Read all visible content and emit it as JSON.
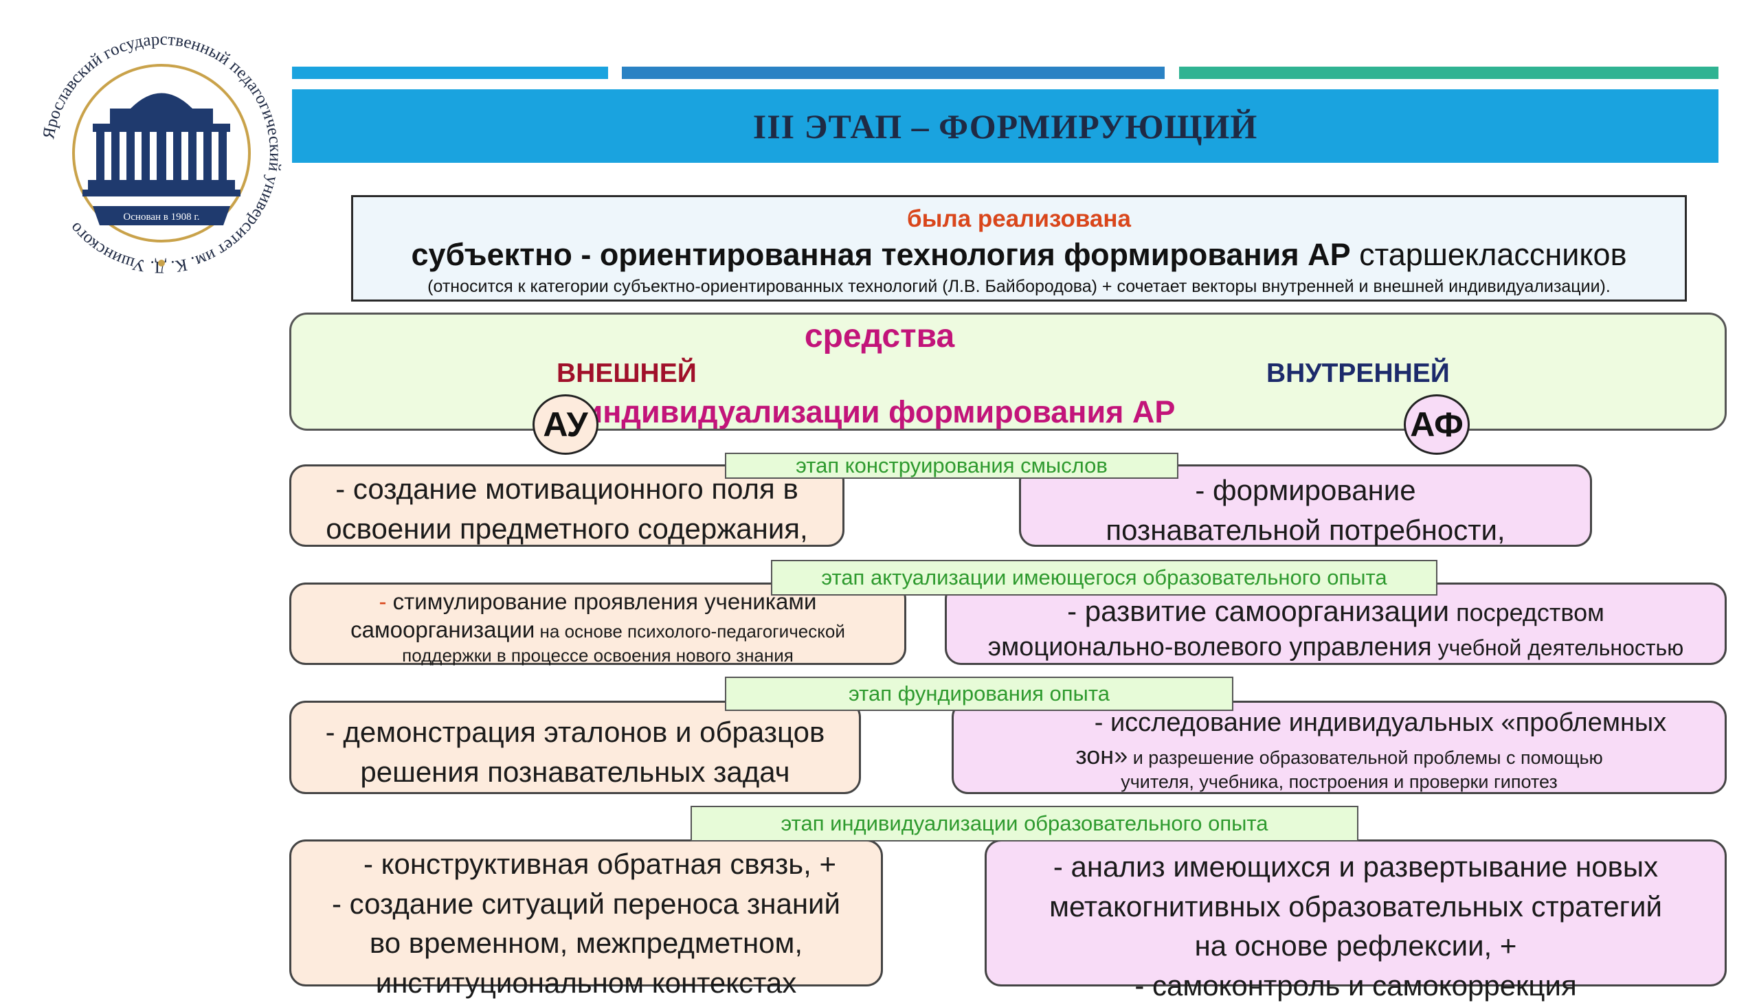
{
  "logo": {
    "ring_text": "Ярославский государственный педагогический университет им. К. Д. Ушинского",
    "founded": "Основан в 1908 г."
  },
  "colors": {
    "stripe1": "#1aa3df",
    "stripe2": "#2a82c4",
    "stripe3": "#2fb392",
    "banner": "#1aa3df",
    "accent_magenta": "#c2147a",
    "external": "#a0102a",
    "internal": "#1c2a6b",
    "stage_text": "#2e9a2e"
  },
  "header": {
    "title": "III ЭТАП – ФОРМИРУЮЩИЙ"
  },
  "intro": {
    "line1": "была реализована",
    "line2_bold": "субъектно - ориентированная технология формирования АР",
    "line2_rest": " старшеклассников",
    "line3": "(относится к  категории субъектно-ориентированных технологий (Л.В. Байбородова) + сочетает векторы внутренней и внешней индивидуализации)."
  },
  "means": {
    "title": "средства",
    "external": "ВНЕШНЕЙ",
    "internal": "ВНУТРЕННЕЙ",
    "individualization": "индивидуализации формирования АР",
    "badge_left": "АУ",
    "badge_right": "АФ"
  },
  "stages": [
    {
      "name": "этап конструирования смыслов",
      "left": [
        "- создание мотивационного поля в",
        "освоении предметного содержания,"
      ],
      "right": [
        "- формирование",
        "познавательной потребности,"
      ]
    },
    {
      "name": "этап актуализации имеющегося образовательного опыта",
      "left_dash": "-",
      "left_main1": " стимулирование проявления учениками",
      "left_main2": "самоорганизации",
      "left_small2": " на основе психолого-педагогической",
      "left_small3": "поддержки в процессе освоения нового знания",
      "right_big1": "- развитие самоорганизации",
      "right_small1": " посредством",
      "right_big2": "эмоционально-волевого управления",
      "right_small2": " учебной деятельностью"
    },
    {
      "name": "этап фундирования опыта",
      "left": [
        "- демонстрация эталонов и образцов",
        "решения познавательных задач"
      ],
      "right_big1": "- исследование индивидуальных «проблемных",
      "right_big2": "зон»",
      "right_small2": " и разрешение образовательной проблемы с помощью",
      "right_small3": "учителя, учебника, построения и проверки гипотез"
    },
    {
      "name": "этап индивидуализации образовательного опыта",
      "left": [
        "- конструктивная обратная связь, +",
        "- создание ситуаций переноса знаний",
        "во временном, межпредметном,",
        "институциональном контекстах"
      ],
      "right": [
        "- анализ имеющихся и развертывание новых",
        "метакогнитивных образовательных стратегий",
        "на основе рефлексии, +",
        "- самоконтроль и самокоррекция"
      ]
    }
  ]
}
